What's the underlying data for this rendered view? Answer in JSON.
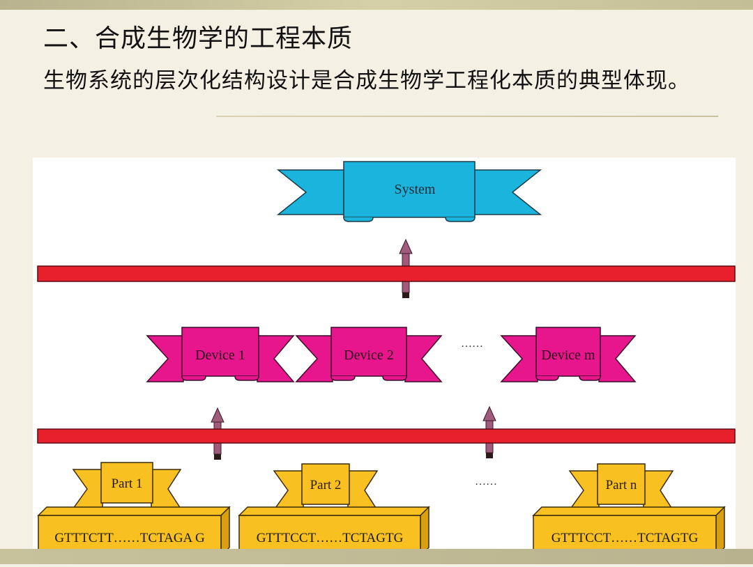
{
  "slide": {
    "title": "二、合成生物学的工程本质",
    "subtitle": "生物系统的层次化结构设计是合成生物学工程化本质的典型体现。"
  },
  "diagram": {
    "system_label": "System",
    "devices": [
      "Device 1",
      "Device 2",
      "Device m"
    ],
    "device_ellipsis": "……",
    "parts": [
      "Part 1",
      "Part 2",
      "Part n"
    ],
    "part_ellipsis": "……",
    "sequences": [
      "GTTTCTT……TCTAGA G",
      "GTTTCCT……TCTAGTG",
      "GTTTCCT……TCTAGTG"
    ],
    "colors": {
      "system": "#1ab4dc",
      "device": "#e8168c",
      "part": "#f8c020",
      "layer_bar": "#e8202c",
      "arrow": "#a05a7a"
    }
  }
}
